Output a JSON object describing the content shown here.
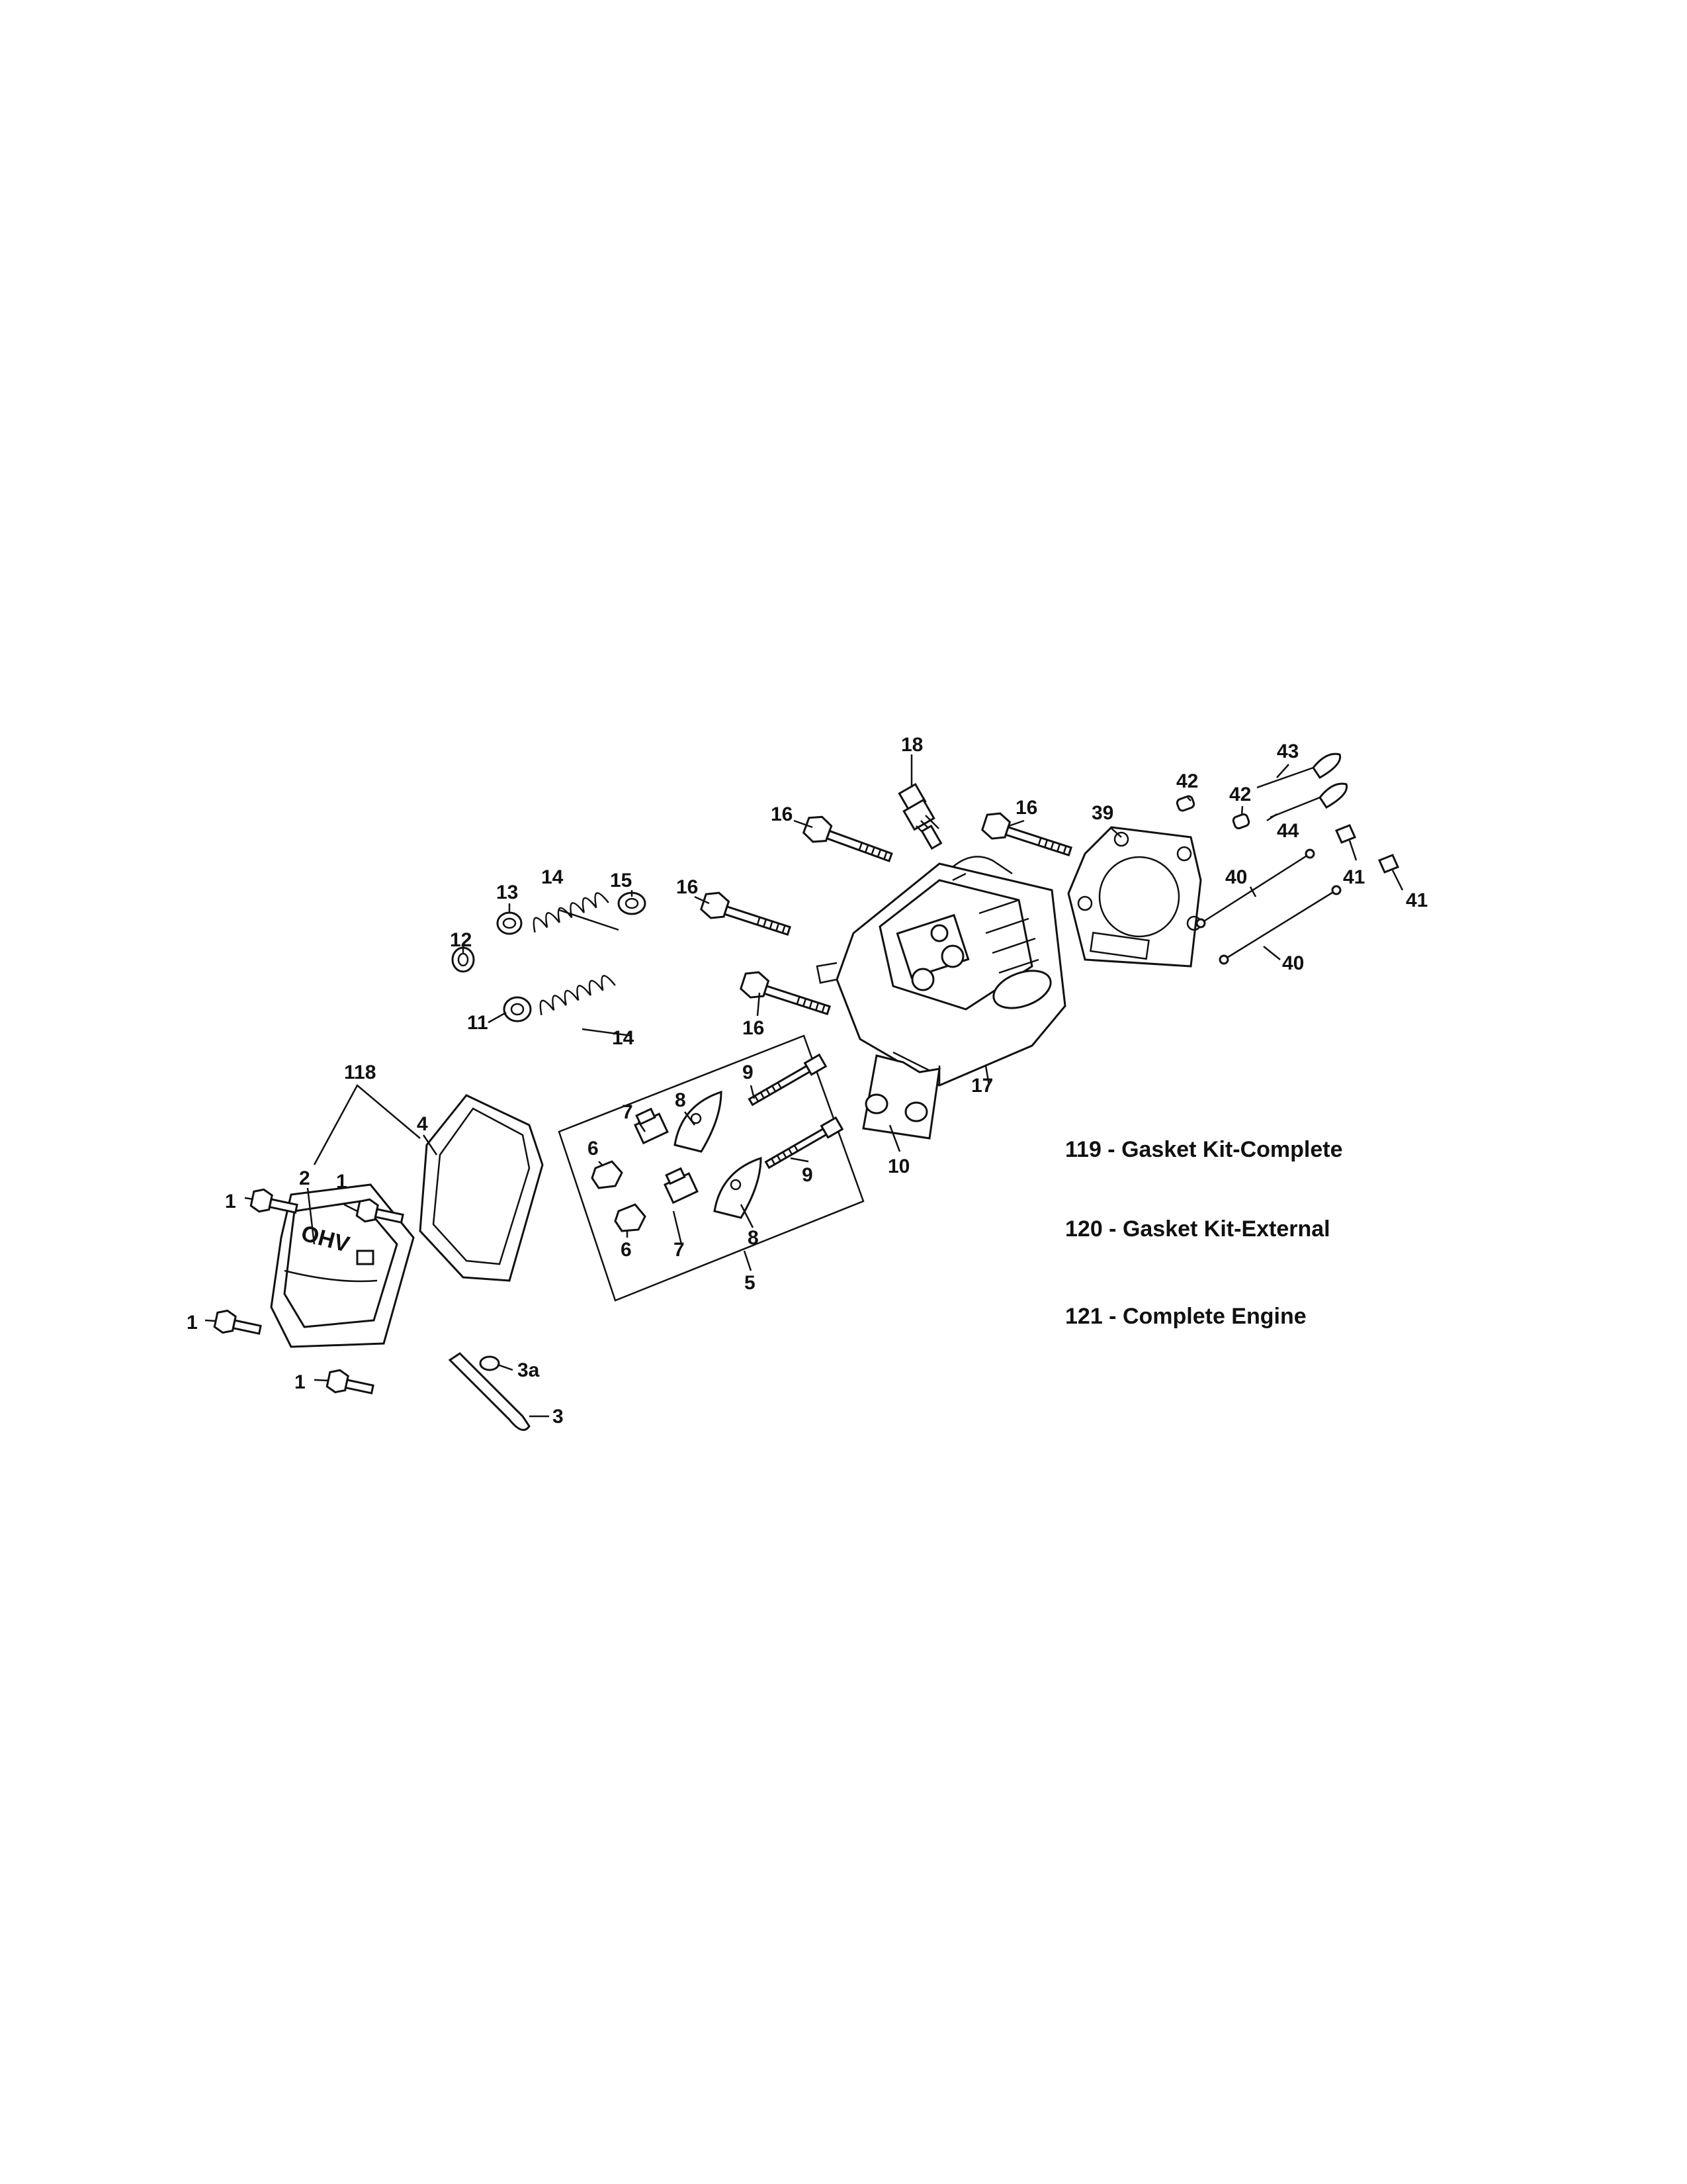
{
  "callouts": {
    "c1a": "1",
    "c1b": "1",
    "c1c": "1",
    "c1d": "1",
    "c2": "2",
    "c3": "3",
    "c3a": "3a",
    "c4": "4",
    "c5": "5",
    "c6a": "6",
    "c6b": "6",
    "c7a": "7",
    "c7b": "7",
    "c8a": "8",
    "c8b": "8",
    "c9a": "9",
    "c9b": "9",
    "c10": "10",
    "c11": "11",
    "c12": "12",
    "c13": "13",
    "c14a": "14",
    "c14b": "14",
    "c15": "15",
    "c16a": "16",
    "c16b": "16",
    "c16c": "16",
    "c16d": "16",
    "c17": "17",
    "c18": "18",
    "c39": "39",
    "c40a": "40",
    "c40b": "40",
    "c41a": "41",
    "c41b": "41",
    "c42a": "42",
    "c42b": "42",
    "c43": "43",
    "c44": "44",
    "c118": "118"
  },
  "cover_text": "OHV",
  "notes": {
    "n119": "119 - Gasket Kit-Complete",
    "n120": "120 - Gasket Kit-External",
    "n121": "121 - Complete Engine"
  }
}
